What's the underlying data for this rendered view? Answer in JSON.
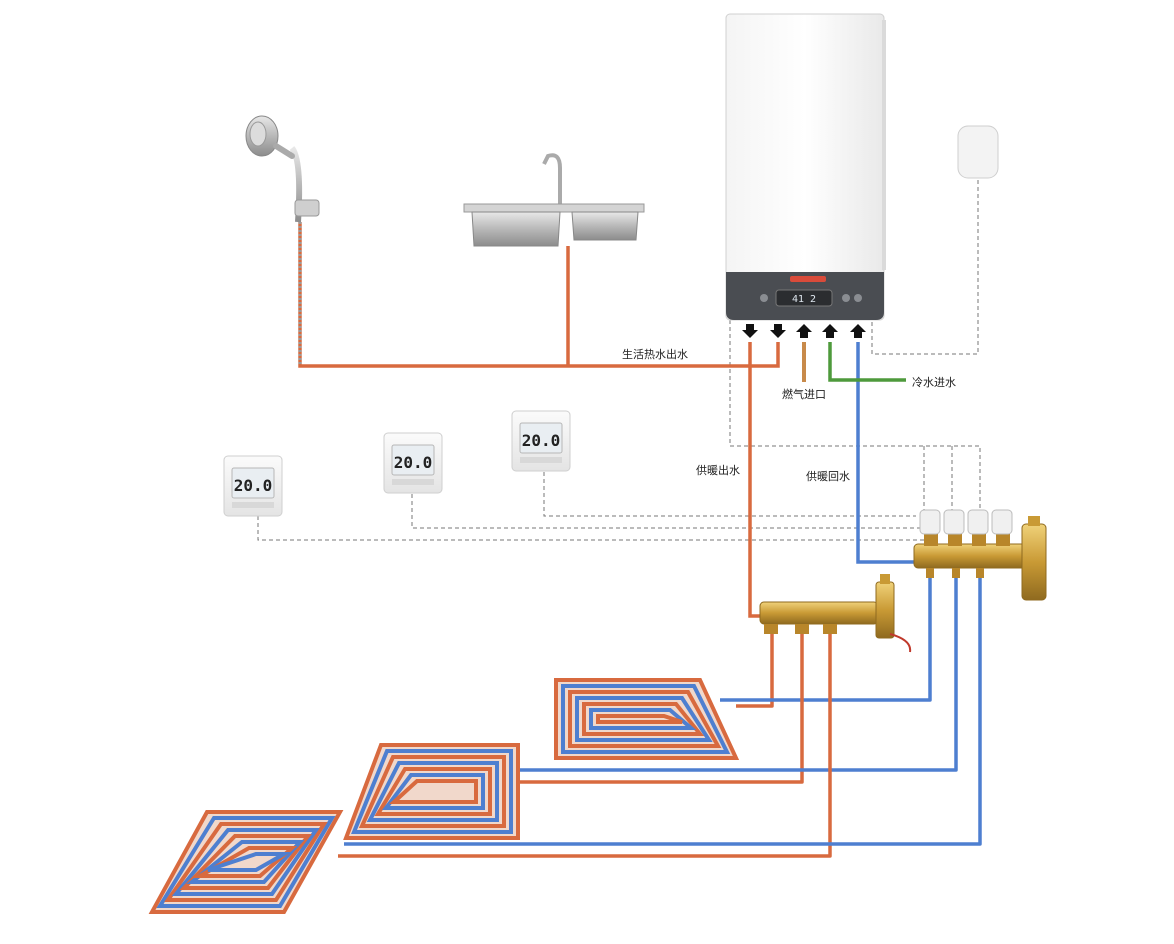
{
  "labels": {
    "dhw_out": "生活热水出水",
    "gas_in": "燃气进口",
    "cold_in": "冷水进水",
    "heat_supply": "供暖出水",
    "heat_return": "供暖回水"
  },
  "boiler": {
    "display": "41 2"
  },
  "thermostats": [
    {
      "temp": "20.0"
    },
    {
      "temp": "20.0"
    },
    {
      "temp": "20.0"
    }
  ],
  "colors": {
    "hot_pipe": "#d86a3f",
    "return_pipe": "#4e7fd0",
    "cold_pipe": "#4e9a3c",
    "gas_pipe": "#c88a4a",
    "brass": "#d1a94a",
    "control_wire": "#777777"
  },
  "icons": [
    "shower-icon",
    "sink-icon",
    "boiler-icon",
    "room-sensor-icon",
    "thermostat-icon",
    "manifold-icon",
    "floor-heating-loop-icon"
  ]
}
